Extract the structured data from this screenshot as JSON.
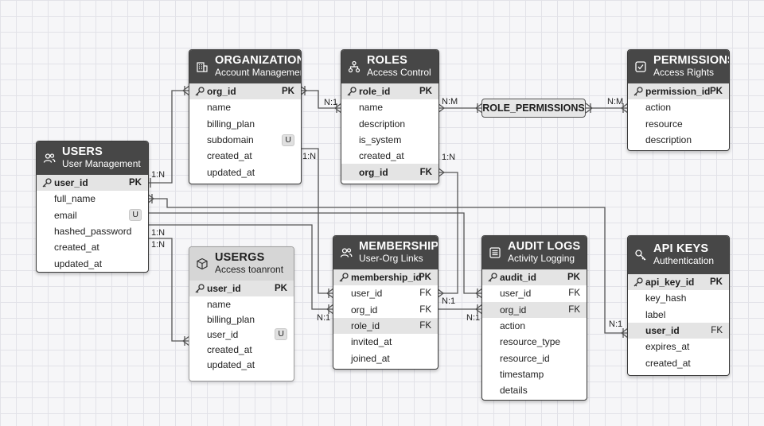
{
  "entities": {
    "users": {
      "title": "USERS",
      "subtitle": "User Management",
      "fields": [
        {
          "name": "user_id",
          "key": "PK"
        },
        {
          "name": "full_name"
        },
        {
          "name": "email",
          "unique": "U"
        },
        {
          "name": "hashed_password"
        },
        {
          "name": "created_at"
        },
        {
          "name": "updated_at"
        }
      ]
    },
    "organizations": {
      "title": "ORGANIZATIONS",
      "subtitle": "Account Management",
      "fields": [
        {
          "name": "org_id",
          "key": "PK"
        },
        {
          "name": "name"
        },
        {
          "name": "billing_plan"
        },
        {
          "name": "subdomain",
          "unique": "U"
        },
        {
          "name": "created_at"
        },
        {
          "name": "updated_at"
        }
      ]
    },
    "roles": {
      "title": "ROLES",
      "subtitle": "Access Control",
      "fields": [
        {
          "name": "role_id",
          "key": "PK"
        },
        {
          "name": "name"
        },
        {
          "name": "description"
        },
        {
          "name": "is_system"
        },
        {
          "name": "created_at"
        },
        {
          "name": "org_id",
          "key": "FK"
        }
      ]
    },
    "permissions": {
      "title": "PERMISSIONS",
      "subtitle": "Access Rights",
      "fields": [
        {
          "name": "permission_id",
          "key": "PK"
        },
        {
          "name": "action"
        },
        {
          "name": "resource"
        },
        {
          "name": "description"
        }
      ]
    },
    "usergs": {
      "title": "USERGS",
      "subtitle": "Access toanront",
      "fields": [
        {
          "name": "user_id",
          "key": "PK"
        },
        {
          "name": "name"
        },
        {
          "name": "billing_plan"
        },
        {
          "name": "user_id",
          "unique": "U"
        },
        {
          "name": "created_at"
        },
        {
          "name": "updated_at"
        }
      ]
    },
    "memberships": {
      "title": "MEMBERSHIPS",
      "subtitle": "User-Org Links",
      "fields": [
        {
          "name": "membership_id",
          "key": "PK"
        },
        {
          "name": "user_id",
          "key": "FK"
        },
        {
          "name": "org_id",
          "key": "FK"
        },
        {
          "name": "role_id",
          "key": "FK"
        },
        {
          "name": "invited_at"
        },
        {
          "name": "joined_at"
        }
      ]
    },
    "audit_logs": {
      "title": "AUDIT LOGS",
      "subtitle": "Activity Logging",
      "fields": [
        {
          "name": "audit_id",
          "key": "PK"
        },
        {
          "name": "user_id",
          "key": "FK"
        },
        {
          "name": "org_id",
          "key": "FK"
        },
        {
          "name": "action"
        },
        {
          "name": "resource_type"
        },
        {
          "name": "resource_id"
        },
        {
          "name": "timestamp"
        },
        {
          "name": "details"
        }
      ]
    },
    "api_keys": {
      "title": "API KEYS",
      "subtitle": "Authentication",
      "fields": [
        {
          "name": "api_key_id",
          "key": "PK"
        },
        {
          "name": "key_hash"
        },
        {
          "name": "label"
        },
        {
          "name": "user_id",
          "key": "FK"
        },
        {
          "name": "expires_at"
        },
        {
          "name": "created_at"
        }
      ]
    }
  },
  "junction": {
    "label": "ROLE_PERMISSIONS"
  },
  "cardinality": {
    "users_orgs": "1:N",
    "orgs_roles": "N:1",
    "roles_junction": "N:M",
    "junction_permissions": "N:M",
    "orgs_memberships": "1:N",
    "roles_memberships": "1:N",
    "users_memberships_a": "1:N",
    "users_memberships_b": "1:N",
    "memberships_left": "N:1",
    "memberships_audit_a": "N:1",
    "memberships_audit_b": "N:1",
    "api_keys_users": "N:1"
  },
  "icons": {
    "users": "users-icon",
    "organizations": "building-icon",
    "roles": "hierarchy-icon",
    "permissions": "checkbox-icon",
    "usergs": "cube-icon",
    "memberships": "users-icon",
    "audit_logs": "list-icon",
    "api_keys": "key-icon",
    "primary_key": "key-icon"
  }
}
